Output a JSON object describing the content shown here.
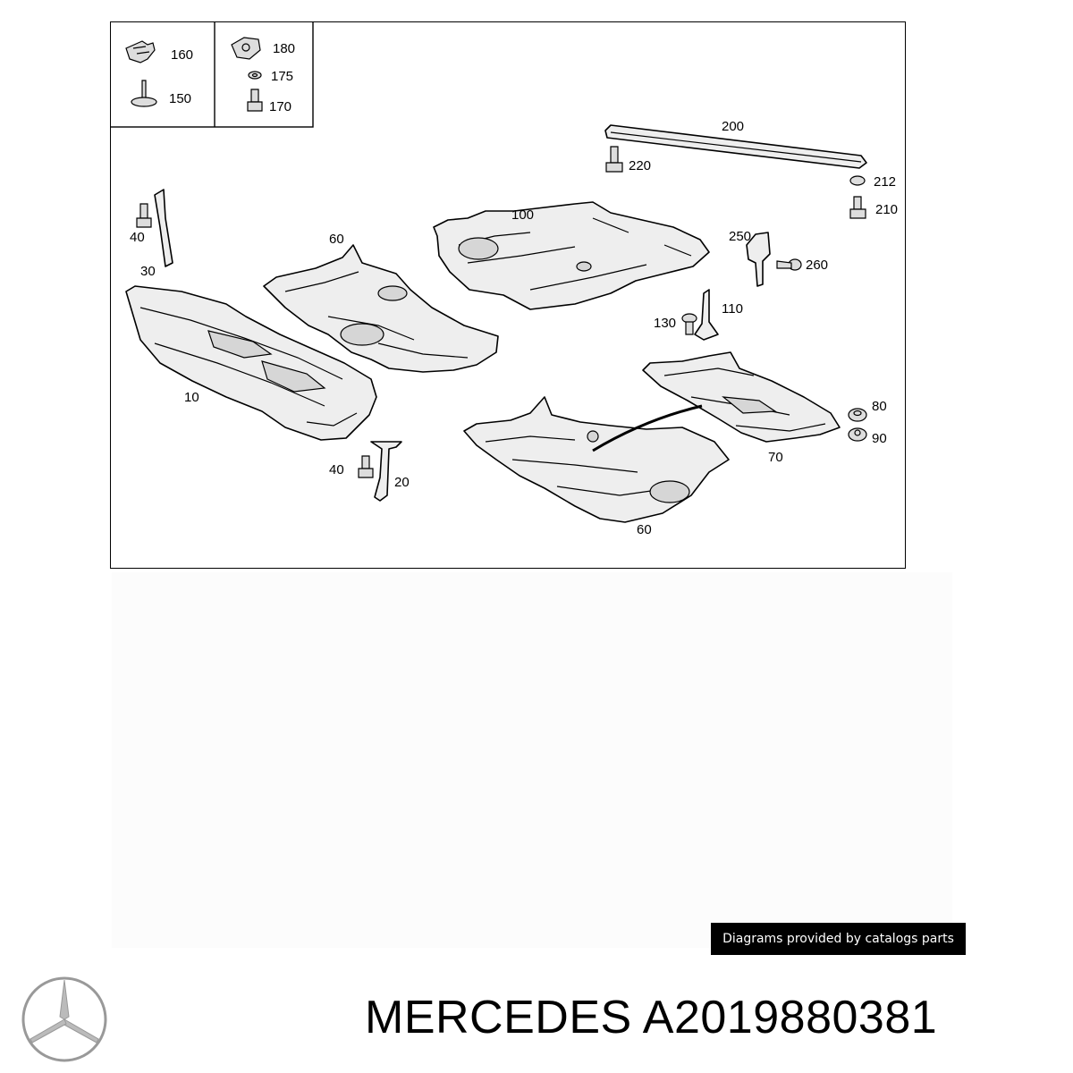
{
  "diagram": {
    "labels": {
      "p160": "160",
      "p150": "150",
      "p180": "180",
      "p175": "175",
      "p170": "170",
      "p200": "200",
      "p220": "220",
      "p212": "212",
      "p210": "210",
      "p100": "100",
      "p40a": "40",
      "p30": "30",
      "p60a": "60",
      "p250": "250",
      "p260": "260",
      "p110": "110",
      "p130": "130",
      "p10": "10",
      "p80": "80",
      "p90": "90",
      "p70": "70",
      "p40b": "40",
      "p20": "20",
      "p60b": "60"
    }
  },
  "footer": {
    "credit": "Diagrams provided by catalogs parts",
    "title": "MERCEDES A2019880381",
    "logo_icon": "mercedes-star-icon"
  }
}
